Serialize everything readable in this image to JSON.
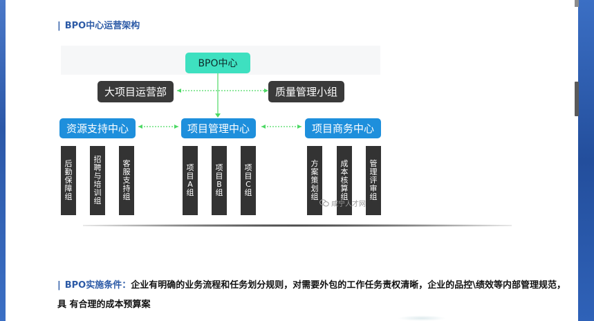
{
  "heading": {
    "bar": "|",
    "title": "BPO中心运营架构"
  },
  "org": {
    "root": "BPO中心",
    "left_top": "大项目运营部",
    "right_top": "质量管理小组",
    "centers": [
      "资源支持中心",
      "项目管理中心",
      "项目商务中心"
    ],
    "groups": [
      "后勤保障组",
      "招聘与培训组",
      "客服支持组",
      "项目A组",
      "项目B组",
      "项目C组",
      "方案策划组",
      "成本核算组",
      "管理评审组"
    ]
  },
  "watermark": "咸宁人才网",
  "paragraph": {
    "bar": "|",
    "label": "BPO实施条件：",
    "text": "企业有明确的业务流程和任务划分规则，对需要外包的工作任务责权清晰，企业的品控\\绩效等内部管理规范，具 有合理的成本预算案"
  },
  "colors": {
    "root": "#3ee0c0",
    "dark_box": "#3a3a3a",
    "blue_box": "#1e8fdc",
    "connector": "#4cd964",
    "heading": "#2c5aa6"
  },
  "icons": [
    "wechat-icon"
  ]
}
